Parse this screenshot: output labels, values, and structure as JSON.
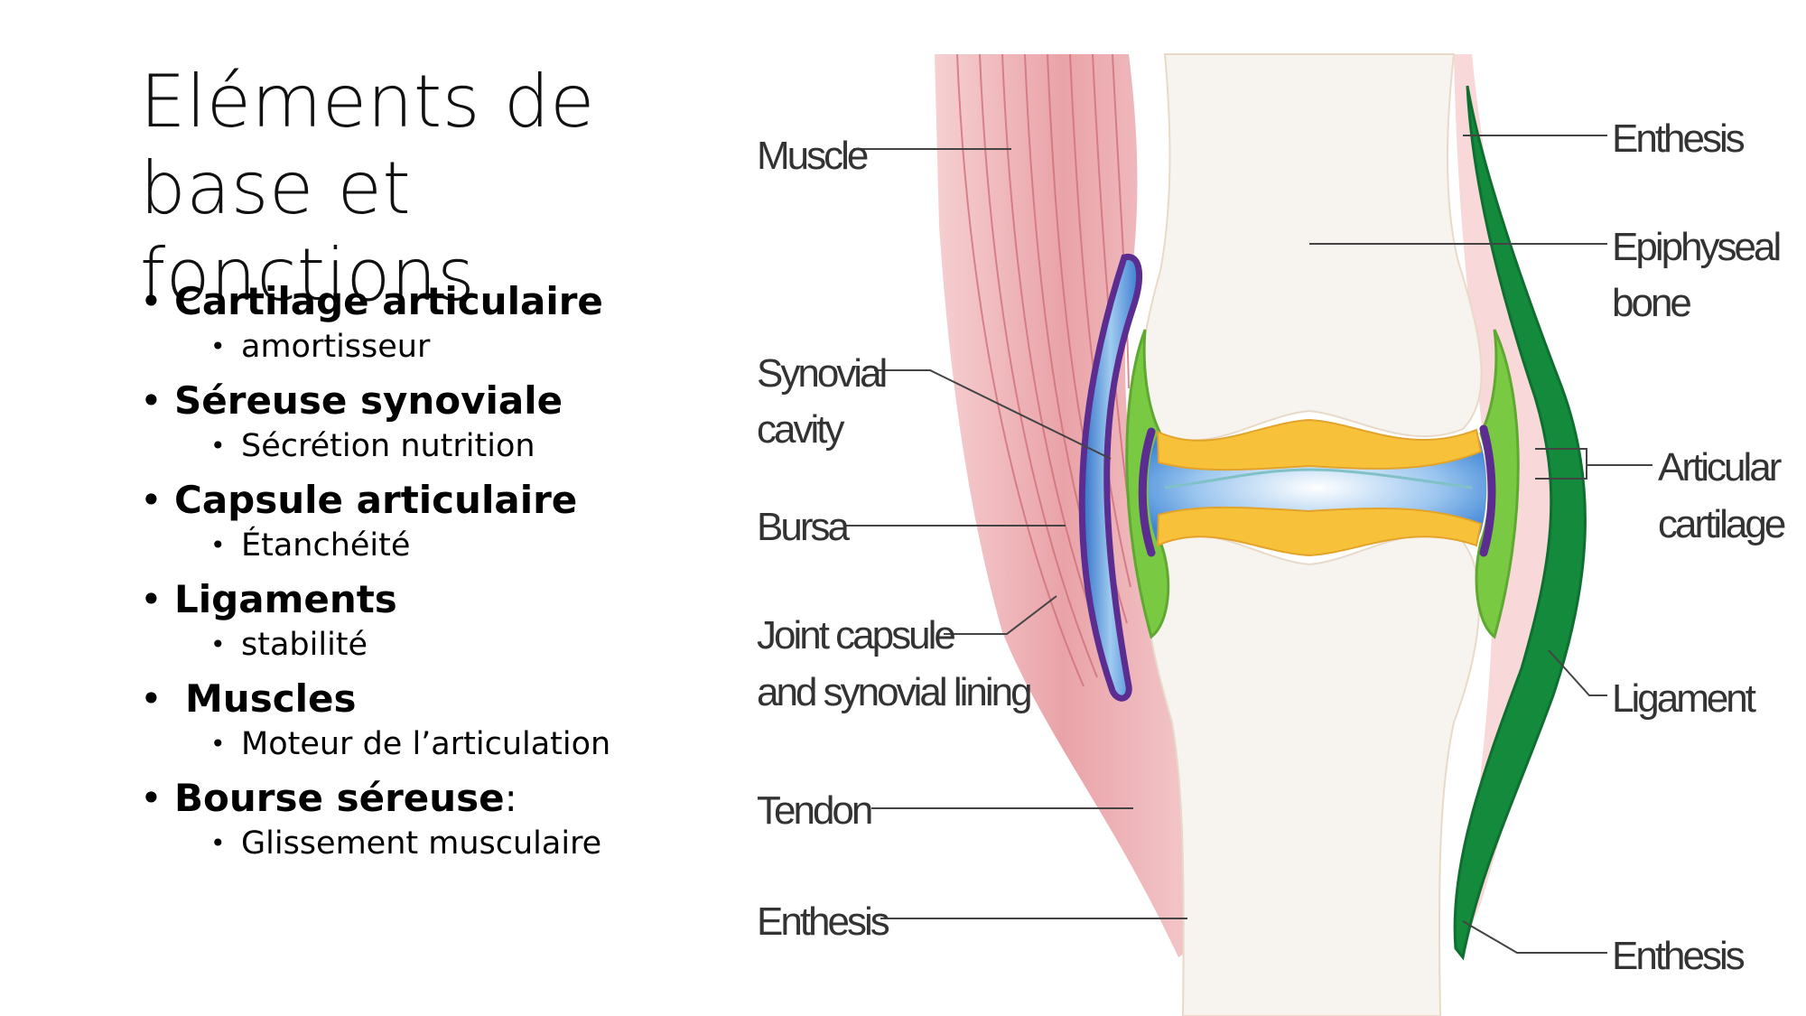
{
  "title": "Eléments de base et fonctions",
  "bullets": [
    {
      "label": "Cartilage articulaire",
      "sub": "amortisseur"
    },
    {
      "label": "Séreuse synoviale",
      "sub": "Sécrétion nutrition"
    },
    {
      "label": "Capsule articulaire",
      "sub": "Étanchéité"
    },
    {
      "label": "Ligaments",
      "sub": "stabilité"
    },
    {
      "label": "Muscles",
      "sub": "Moteur de l’articulation"
    },
    {
      "label": "Bourse séreuse",
      "suffix": ":",
      "sub": "Glissement musculaire"
    }
  ],
  "diagram": {
    "labels_left": {
      "muscle": "Muscle",
      "synovial_1": "Synovial",
      "synovial_2": "cavity",
      "bursa": "Bursa",
      "capsule_1": "Joint capsule",
      "capsule_2": "and synovial lining",
      "tendon": "Tendon",
      "enthesis": "Enthesis"
    },
    "labels_right": {
      "enthesis_top": "Enthesis",
      "epiphyseal_1": "Epiphyseal",
      "epiphyseal_2": "bone",
      "articular_1": "Articular",
      "articular_2": "cartilage",
      "ligament": "Ligament",
      "enthesis_bottom": "Enthesis"
    },
    "colors": {
      "muscle": "#e59aa0",
      "bone": "#f7f4ef",
      "ligament": "#148a3c",
      "capsule": "#5b2d90",
      "synovial_lining": "#7ac943",
      "cartilage": "#f7c23a",
      "synovial_fluid": "#4a90d9"
    }
  }
}
